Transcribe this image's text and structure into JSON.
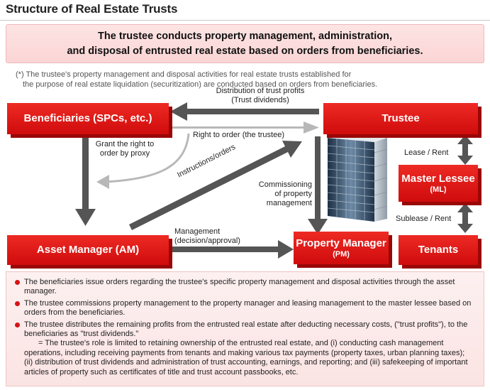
{
  "title": "Structure of Real Estate Trusts",
  "banner": {
    "line1": "The trustee conducts property management, administration,",
    "line2": "and disposal of entrusted real estate based on orders from beneficiaries."
  },
  "note": {
    "line1": "(*) The trustee's property management and disposal activities for real estate trusts established for",
    "line2": "the purpose of real estate liquidation (securitization) are conducted based on orders from beneficiaries."
  },
  "boxes": {
    "beneficiaries": "Beneficiaries (SPCs, etc.)",
    "trustee": "Trustee",
    "master_lessee": "Master Lessee",
    "master_lessee_sub": "(ML)",
    "asset_manager": "Asset Manager (AM)",
    "property_manager": "Property Manager",
    "property_manager_sub": "(PM)",
    "tenants": "Tenants"
  },
  "labels": {
    "distribution_1": "Distribution of trust profits",
    "distribution_2": "(Trust dividends)",
    "right_to_order": "Right to order (the trustee)",
    "grant_1": "Grant the right to",
    "grant_2": "order by proxy",
    "instructions": "Instructions/orders",
    "commissioning_1": "Commissioning",
    "commissioning_2": "of property",
    "commissioning_3": "management",
    "lease_rent": "Lease / Rent",
    "sublease_rent": "Sublease / Rent",
    "management_1": "Management",
    "management_2": "(decision/approval)"
  },
  "bullets": [
    "The beneficiaries issue orders regarding the trustee's specific property management and disposal activities through the asset manager.",
    "The trustee commissions property management to the property manager and leasing management to the master lessee based on orders from the beneficiaries.",
    "The trustee distributes the remaining profits from the entrusted real estate after deducting necessary costs, (\"trust profits\"), to the beneficiaries as \"trust dividends.\""
  ],
  "continuation": {
    "line1": "= The trustee's role is limited to retaining ownership of the entrusted real estate, and (i) conducting cash management",
    "rest": "operations, including receiving payments from tenants and making various tax payments (property taxes, urban planning taxes); (ii) distribution of trust dividends and administration of trust accounting, earnings, and reporting; and (iii) safekeeping of important articles of property such as certificates of title and trust account passbooks, etc."
  },
  "colors": {
    "box_red": "#e01b17",
    "box_shadow": "#9a0707",
    "arrow_dark": "#555555",
    "arrow_light": "#b8b8b8",
    "banner_pink": "#fbd5d5",
    "bullet_red": "#d41414"
  },
  "icons": {
    "building": "office-building-icon"
  }
}
